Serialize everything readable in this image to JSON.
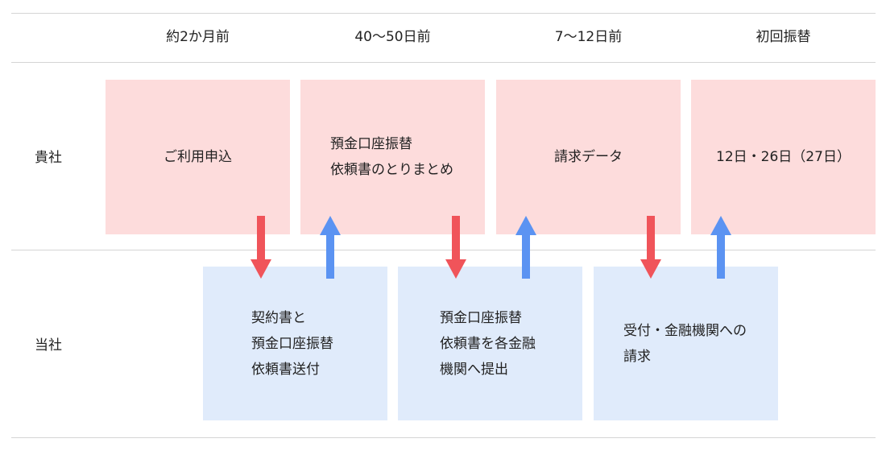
{
  "header": {
    "columns": [
      "約2か月前",
      "40〜50日前",
      "7〜12日前",
      "初回振替"
    ]
  },
  "rows": {
    "company": "貴社",
    "us": "当社"
  },
  "company_boxes": [
    {
      "lines": [
        "ご利用申込"
      ]
    },
    {
      "lines": [
        "預金口座振替",
        "依頼書のとりまとめ"
      ]
    },
    {
      "lines": [
        "請求データ"
      ]
    },
    {
      "lines": [
        "12日・26日（27日）"
      ]
    }
  ],
  "our_boxes": [
    {
      "lines": [
        "契約書と",
        "預金口座振替",
        "依頼書送付"
      ]
    },
    {
      "lines": [
        "預金口座振替",
        "依頼書を各金融",
        "機関へ提出"
      ]
    },
    {
      "lines": [
        "受付・金融機関への",
        "請求"
      ]
    }
  ],
  "colors": {
    "down_arrow": "#f0545a",
    "up_arrow": "#5b93f2",
    "company_box": "#fddcdc",
    "our_box": "#e0ebfb"
  }
}
